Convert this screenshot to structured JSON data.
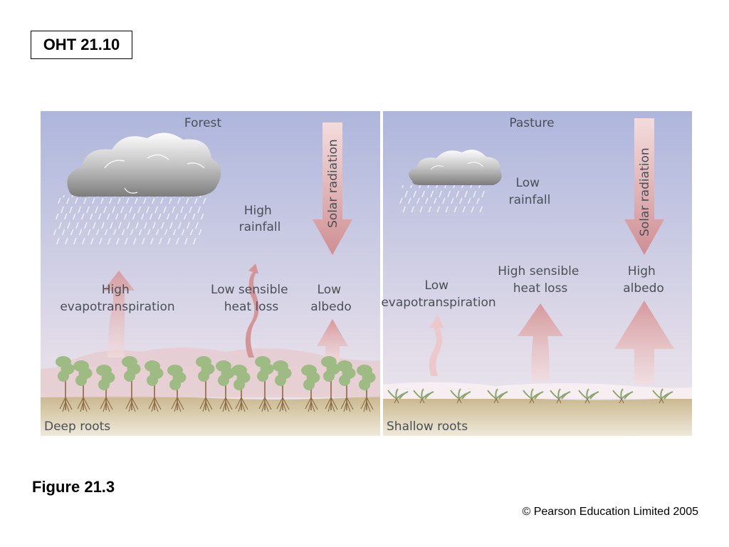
{
  "slide_label": "OHT 21.10",
  "caption": "Figure 21.3",
  "copyright": "© Pearson Education Limited 2005",
  "panels": {
    "forest": {
      "title": "Forest",
      "solar": "Solar radiation",
      "rainfall": [
        "High",
        "rainfall"
      ],
      "evapotranspiration": [
        "High",
        "evapotranspiration"
      ],
      "heat_loss": [
        "Low sensible",
        "heat loss"
      ],
      "albedo": [
        "Low",
        "albedo"
      ],
      "roots": "Deep roots"
    },
    "pasture": {
      "title": "Pasture",
      "solar": "Solar radiation",
      "rainfall": [
        "Low",
        "rainfall"
      ],
      "evapotranspiration": [
        "Low",
        "evapotranspiration"
      ],
      "heat_loss": [
        "High sensible",
        "heat loss"
      ],
      "albedo": [
        "High",
        "albedo"
      ],
      "roots": "Shallow roots"
    }
  },
  "colors": {
    "sky_top": "#aeb6dc",
    "sky_bottom": "#ece6ee",
    "arrow": "#d9a2a4",
    "soil": "#d8cba9",
    "tree": "#9dbb83"
  }
}
